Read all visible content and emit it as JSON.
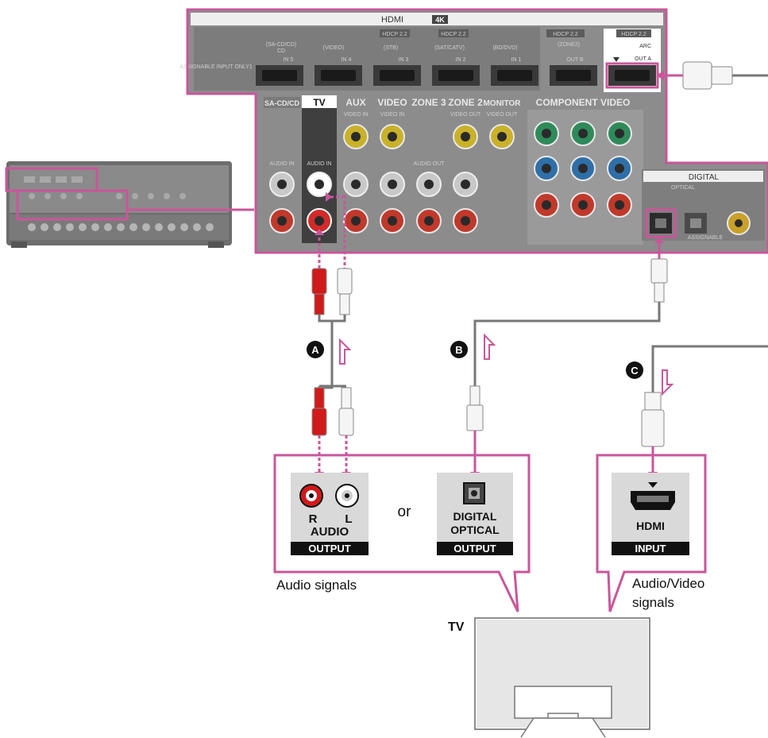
{
  "receiver_panel": {
    "hdmi_header": "HDMI",
    "hdmi_4k_badge": "4K",
    "hdcp_tags": [
      "HDCP 2.2",
      "HDCP 2.2",
      "HDCP 2.2",
      "HDCP 2.2"
    ],
    "hdmi_ports": [
      {
        "name": "(SA-CD/CD)",
        "sub": "CD",
        "label": "IN 5"
      },
      {
        "name": "(VIDEO)",
        "sub": "",
        "label": "IN 4"
      },
      {
        "name": "(STB)",
        "sub": "",
        "label": "IN 3"
      },
      {
        "name": "(SAT/CATV)",
        "sub": "",
        "label": "IN 2"
      },
      {
        "name": "(BD/DVD)",
        "sub": "",
        "label": "IN 1"
      }
    ],
    "assignable_note": "ASSIGNABLE INPUT ONLY1",
    "out_b": {
      "zone": "(ZONE2)",
      "label": "OUT B"
    },
    "out_a": {
      "arc": "ARC",
      "label": "OUT A"
    },
    "analog_sections": [
      "SA-CD/CD",
      "TV",
      "AUX",
      "VIDEO",
      "ZONE 3",
      "ZONE 2",
      "MONITOR"
    ],
    "sublabels": [
      "AUDIO IN",
      "AUDIO IN",
      "VIDEO IN",
      "VIDEO IN",
      "AUDIO OUT",
      "VIDEO OUT",
      "VIDEO OUT"
    ],
    "component_video": "COMPONENT VIDEO",
    "digital": "DIGITAL",
    "optical": "OPTICAL",
    "assignable": "ASSIGNABLE"
  },
  "connections": {
    "a_badge": "A",
    "b_badge": "B",
    "c_badge": "C"
  },
  "tv_panels": {
    "audio": {
      "r": "R",
      "l": "L",
      "name": "AUDIO",
      "bar": "OUTPUT"
    },
    "or_text": "or",
    "optical": {
      "line1": "DIGITAL",
      "line2": "OPTICAL",
      "bar": "OUTPUT"
    },
    "hdmi": {
      "name": "HDMI",
      "bar": "INPUT"
    }
  },
  "captions": {
    "audio_signals": "Audio signals",
    "av_line1": "Audio/Video",
    "av_line2": "signals",
    "tv": "TV"
  },
  "colors": {
    "highlight": "#c9569a",
    "panel": "#8c8c8c",
    "red_jack": "#c0392b",
    "white_jack": "#f2f2f2",
    "yellow_jack": "#c9b12a",
    "green_jack": "#2f8a5a",
    "blue_jack": "#2f6fa8"
  }
}
